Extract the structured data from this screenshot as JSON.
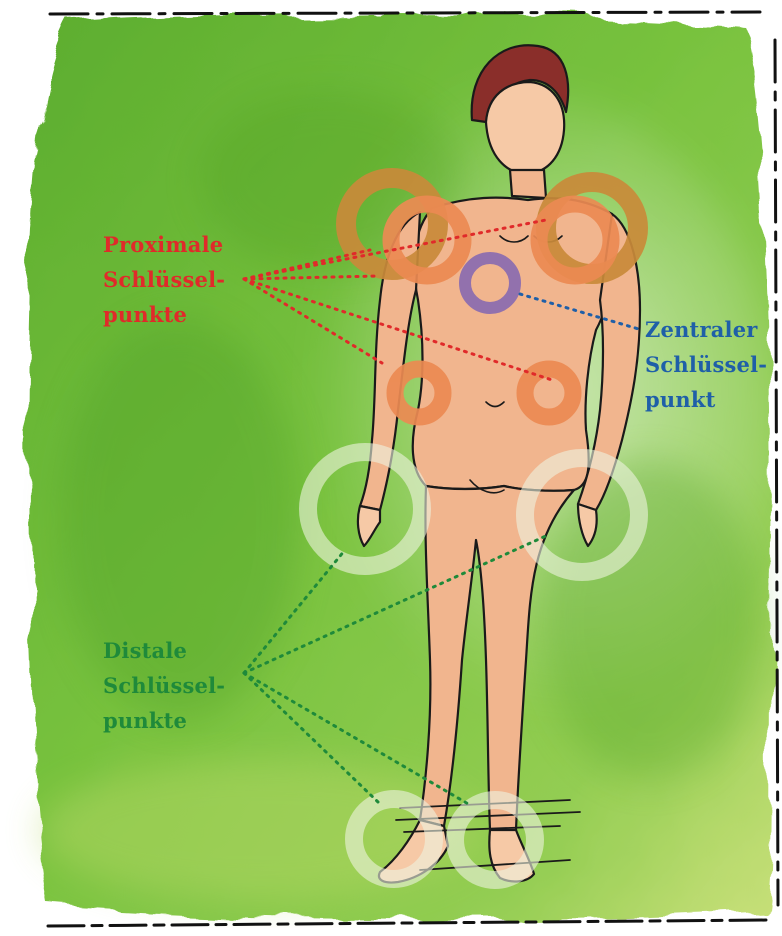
{
  "colors": {
    "paper": "#ffffff",
    "watercolor_green": "#6fbf3a",
    "watercolor_light": "#a9d86a",
    "skin": "#f1b58e",
    "hair": "#8a2e2a",
    "proximal_ring": "#e07a3a",
    "shoulder_ring": "#c98a3a",
    "central_ring": "#8a6bb0",
    "distal_ring": "#e9f0d8",
    "proximal_text": "#e02a2a",
    "central_text": "#1f5fa8",
    "distal_text": "#1f8a3a"
  },
  "labels": {
    "proximal": {
      "line1": "Proximale",
      "line2": "Schlüssel-",
      "line3": "punkte"
    },
    "central": {
      "line1": "Zentraler",
      "line2": "Schlüssel-",
      "line3": "punkt"
    },
    "distal": {
      "line1": "Distale",
      "line2": "Schlüssel-",
      "line3": "punkte"
    }
  }
}
